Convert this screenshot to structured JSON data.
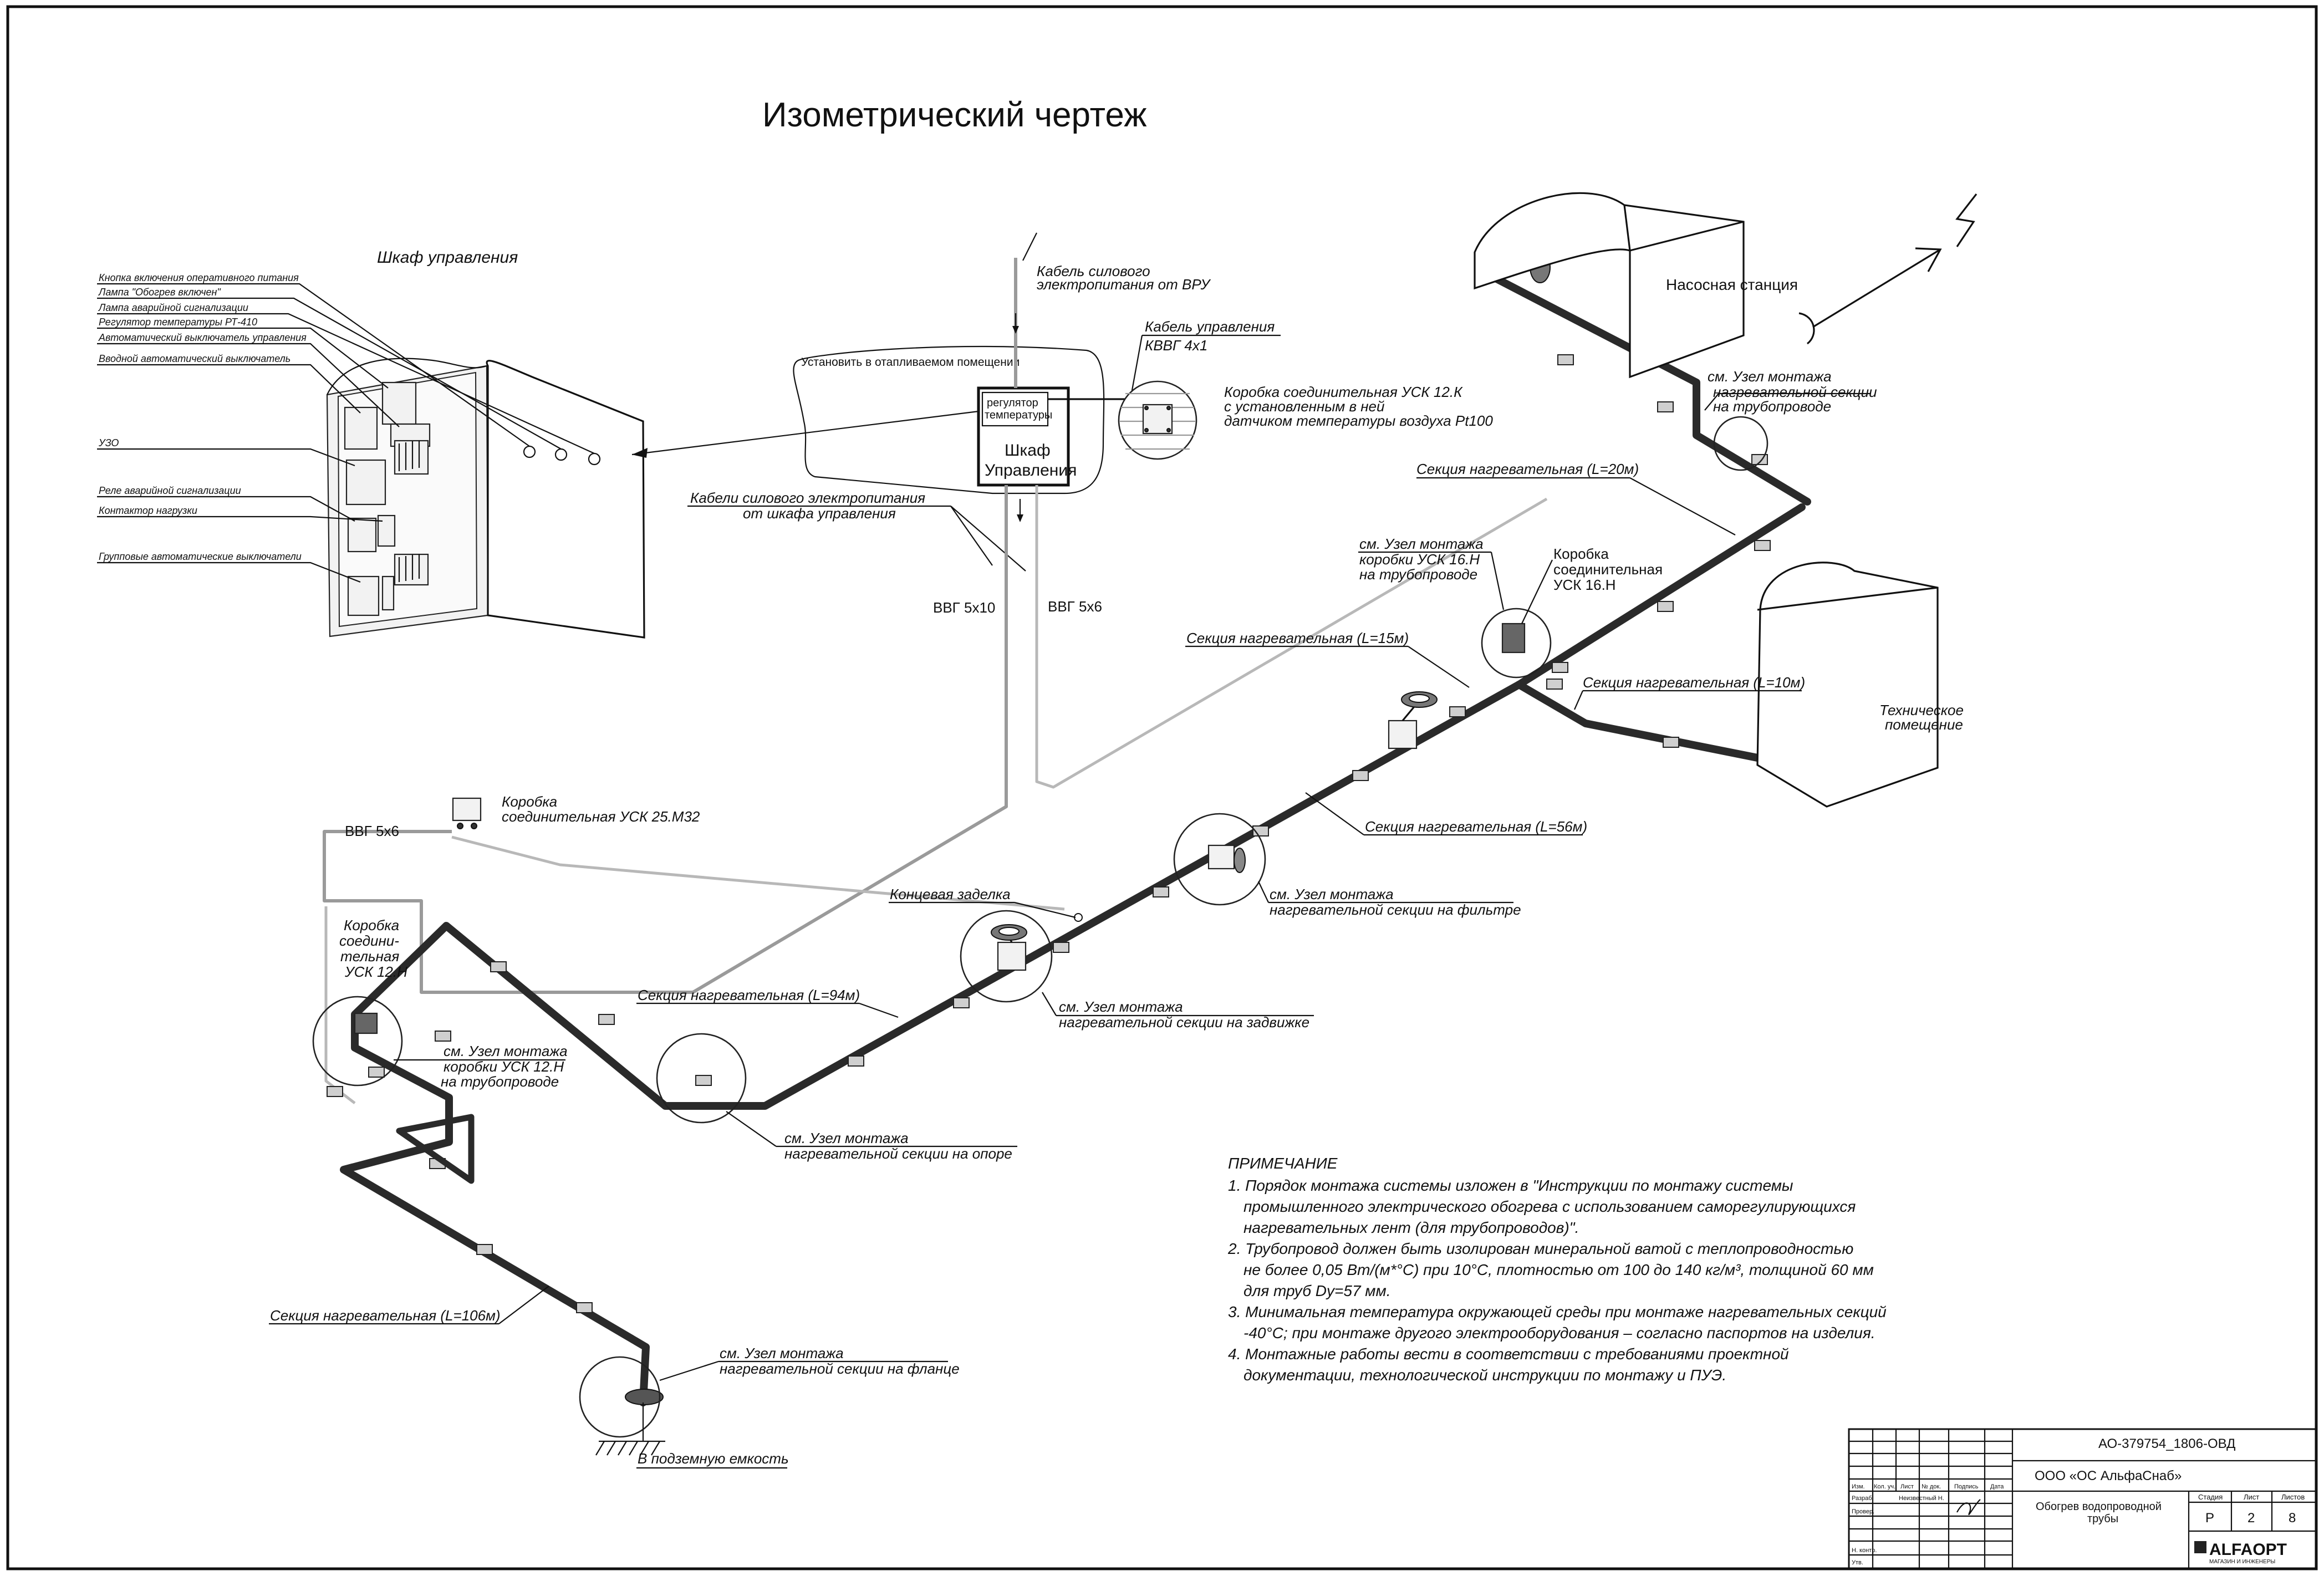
{
  "title": "Изометрический чертеж",
  "cabinet": {
    "heading": "Шкаф управления",
    "items": [
      "Кнопка включения оперативного питания",
      "Лампа \"Обогрев включен\"",
      "Лампа аварийной сигнализации",
      "Регулятор температуры РТ-410",
      "Автоматический выключатель управления",
      "Вводной автоматический выключатель",
      "УЗО",
      "Реле аварийной сигнализации",
      "Контактор нагрузки",
      "Групповые автоматические выключатели"
    ]
  },
  "labels": {
    "power_cable_line1": "Кабель силового",
    "power_cable_line2": "электропитания от ВРУ",
    "control_cable_line1": "Кабель управления",
    "control_cable_line2": "КВВГ 4х1",
    "heated_room": "Установить в отапливаемом помещении",
    "regulator_line1": "регулятор",
    "regulator_line2": "температуры",
    "cabinet_box_line1": "Шкаф",
    "cabinet_box_line2": "Управления",
    "box12k_line1": "Коробка соединительная УСК 12.К",
    "box12k_line2": "с установленным в ней",
    "box12k_line3": "датчиком температуры воздуха Pt100",
    "cables_from_cabinet_line1": "Кабели силового электропитания",
    "cables_from_cabinet_line2": "от шкафа управления",
    "vvg5x10": "ВВГ 5х10",
    "vvg5x6_a": "ВВГ 5х6",
    "vvg5x6_b": "ВВГ 5х6",
    "pump_station": "Насосная станция",
    "tech_room_line1": "Техническое",
    "tech_room_line2": "помещение",
    "node_pipe_line1": "см. Узел монтажа",
    "node_pipe_line2": "нагревательной секции",
    "node_pipe_line3": "на трубопроводе",
    "sec20": "Секция нагревательная (L=20м)",
    "sec15": "Секция нагревательная (L=15м)",
    "sec10": "Секция нагревательная (L=10м)",
    "sec56": "Секция нагревательная (L=56м)",
    "sec94": "Секция нагревательная (L=94м)",
    "sec106": "Секция нагревательная (L=106м)",
    "node16_line1": "см. Узел монтажа",
    "node16_line2": "коробки УСК 16.Н",
    "node16_line3": "на трубопроводе",
    "box16_line1": "Коробка",
    "box16_line2": "соединительная",
    "box16_line3": "УСК 16.Н",
    "box25_line1": "Коробка",
    "box25_line2": "соединительная УСК 25.М32",
    "box12n_line1": "Коробка",
    "box12n_line2": "соедини-",
    "box12n_line3": "тельная",
    "box12n_line4": "УСК 12.Н",
    "end_seal": "Концевая заделка",
    "node_filter_line1": "см. Узел монтажа",
    "node_filter_line2": "нагревательной секции на фильтре",
    "node_valve_line1": "см. Узел монтажа",
    "node_valve_line2": "нагревательной секции на задвижке",
    "node12_line1": "см. Узел монтажа",
    "node12_line2": "коробки УСК 12.Н",
    "node12_line3": "на трубопроводе",
    "node_support_line1": "см. Узел монтажа",
    "node_support_line2": "нагревательной секции на опоре",
    "node_flange_line1": "см. Узел монтажа",
    "node_flange_line2": "нагревательной секции на фланце",
    "underground": "В подземную емкость"
  },
  "notes": {
    "heading": "ПРИМЕЧАНИЕ",
    "lines": [
      "1. Порядок монтажа системы изложен в \"Инструкции по монтажу системы",
      "промышленного электрического обогрева с использованием саморегулирующихся",
      "нагревательных лент (для трубопроводов)\".",
      "2. Трубопровод должен быть изолирован минеральной ватой с теплопроводностью",
      "не более 0,05 Вт/(м*°С) при 10°С, плотностью от 100 до 140 кг/м³, толщиной 60 мм",
      "для труб Dy=57 мм.",
      "3. Минимальная температура окружающей среды при монтаже нагревательных секций",
      "-40°С; при монтаже другого электрооборудования – согласно паспортов на изделия.",
      "4. Монтажные работы вести в соответствии с требованиями проектной",
      "документации, технологической инструкции по монтажу и ПУЭ."
    ]
  },
  "stamp": {
    "doc_code": "АО-379754_1806-ОВД",
    "company": "ООО «ОС АльфаСнаб»",
    "subject_line1": "Обогрев водопроводной",
    "subject_line2": "трубы",
    "col_headers": [
      "Изм.",
      "Кол. уч.",
      "Лист",
      "№ док.",
      "Подпись",
      "Дата"
    ],
    "row_labels": [
      "Разраб.",
      "Провер.",
      "",
      "Н. контр.",
      "Утв."
    ],
    "developer_name": "Неизвестный Н.",
    "stage_header": "Стадия",
    "sheet_header": "Лист",
    "sheets_header": "Листов",
    "stage": "Р",
    "sheet": "2",
    "sheets": "8",
    "logo": "ALFAOPT",
    "logo_sub": "МАГАЗИН И ИНЖЕНЕРЫ"
  }
}
